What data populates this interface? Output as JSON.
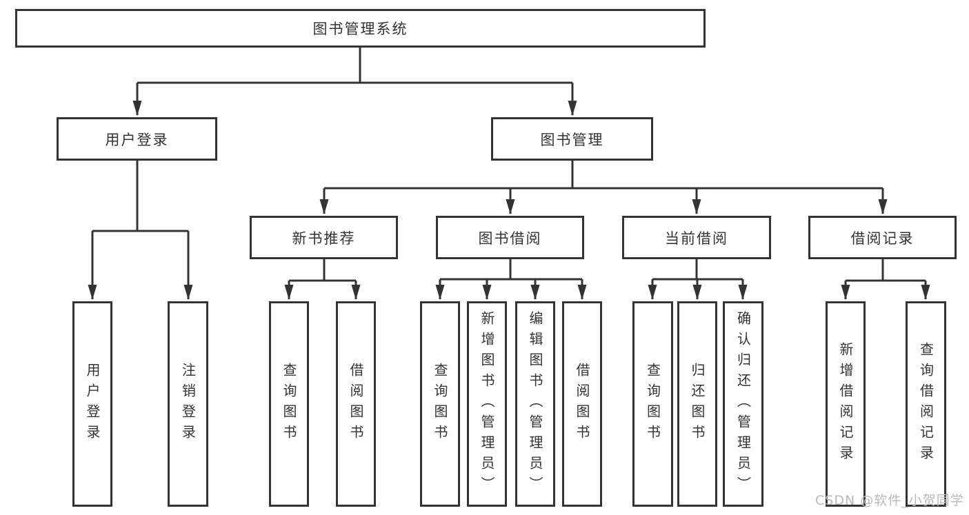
{
  "diagram": {
    "title_node": "图书管理系统",
    "structure": {
      "root": "图书管理系统",
      "branches": [
        {
          "label": "用户登录",
          "children": [
            "用户登录",
            "注销登录"
          ]
        },
        {
          "label": "图书管理",
          "children": [
            {
              "label": "新书推荐",
              "children": [
                "查询图书",
                "借阅图书"
              ]
            },
            {
              "label": "图书借阅",
              "children": [
                "查询图书",
                "新增图书（管理员）",
                "编辑图书（管理员）",
                "借阅图书"
              ]
            },
            {
              "label": "当前借阅",
              "children": [
                "查询图书",
                "归还图书",
                "确认归还（管理员）"
              ]
            },
            {
              "label": "借阅记录",
              "children": [
                "新增借阅记录",
                "查询借阅记录"
              ]
            }
          ]
        }
      ]
    },
    "colors": {
      "line": "#333333",
      "text": "#333333",
      "box_fill": "#ffffff",
      "background": "#ffffff",
      "watermark": "#b9b9b9"
    }
  },
  "watermark": {
    "text": "CSDN @软件_小贺同学"
  }
}
